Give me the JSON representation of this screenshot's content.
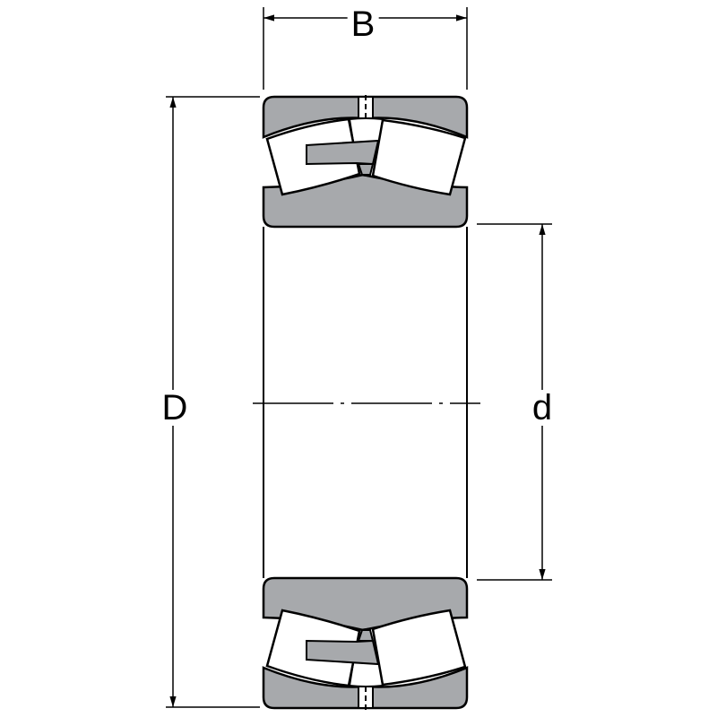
{
  "drawing": {
    "labels": {
      "width": "B",
      "outer_diameter": "D",
      "bore_diameter": "d"
    },
    "colors": {
      "fill": "#a7a9ac",
      "line": "#000000",
      "background": "#ffffff"
    }
  }
}
